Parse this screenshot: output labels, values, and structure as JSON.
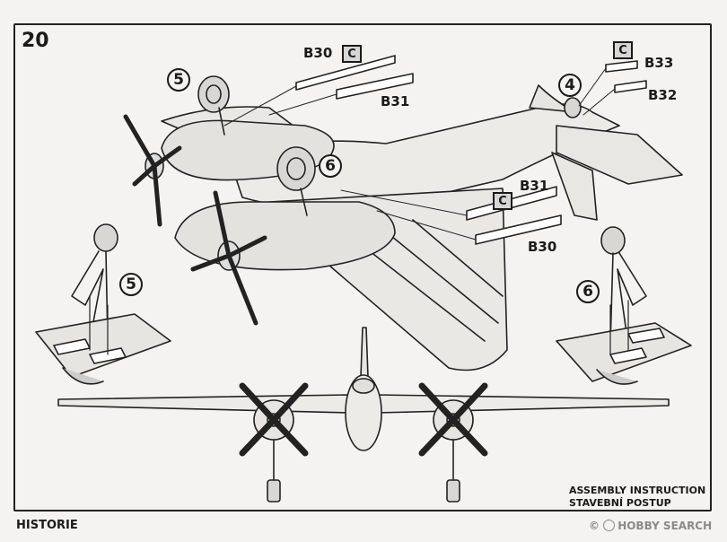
{
  "page": {
    "step_number": "20",
    "footer_left": "HISTORIE",
    "assembly_line1": "ASSEMBLY INSTRUCTION",
    "assembly_line2": "STAVEBNÍ POSTUP",
    "watermark_brand": "HOBBY SEARCH",
    "watermark_prefix": "©"
  },
  "callouts": {
    "circle_5": "5",
    "circle_6": "6",
    "circle_4": "4",
    "detail_5": "5",
    "detail_6": "6"
  },
  "parts": {
    "b30_top": "B30",
    "b31_top": "B31",
    "b33": "B33",
    "b32": "B32",
    "b31_mid": "B31",
    "b30_mid": "B30",
    "c_label": "C"
  }
}
